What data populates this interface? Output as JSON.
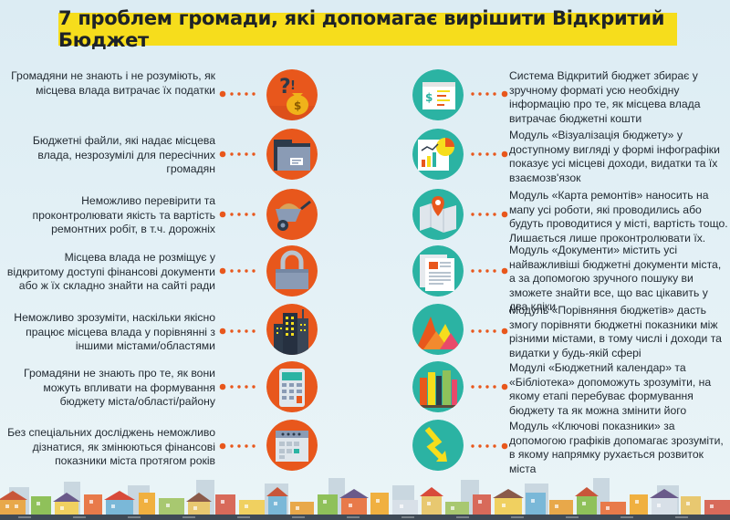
{
  "title": "7 проблем громади, які допомагає вирішити Відкритий Бюджет",
  "rows": [
    {
      "problem": "Громадяни не знають і не розуміють, як місцева влада витрачає їх податки",
      "solution": "Система Відкритий бюджет збирає у зручному форматі усю необхідну інформацію про те, як місцева влада витрачає бюджетні кошти",
      "left_icon": "money-bag-question-icon",
      "right_icon": "budget-document-icon"
    },
    {
      "problem": "Бюджетні файли, які надає місцева влада, незрозумілі для пересічних громадян",
      "solution": "Модуль «Візуалізація бюджету» у доступному вигляді у формі інфографіки показує усі місцеві доходи, видатки та їх взаємозв'язок",
      "left_icon": "file-folder-icon",
      "right_icon": "infographic-charts-icon"
    },
    {
      "problem": "Неможливо перевірити та проконтролювати якість та вартість ремонтних робіт, в т.ч. дорожніх",
      "solution": "Модуль «Карта ремонтів» наносить на мапу усі роботи, які проводились або будуть проводитися у місті, вартість тощо. Лишається лише проконтролювати їх.",
      "left_icon": "wheelbarrow-icon",
      "right_icon": "map-pin-icon"
    },
    {
      "problem": "Місцева влада не розміщує у відкритому доступі фінансові документи або ж їх складно знайти на сайті ради",
      "solution": "Модуль «Документи» містить усі найважливіші бюджетні документи міста, а за допомогою зручного пошуку ви зможете знайти все, що вас цікавить у два кліки",
      "left_icon": "padlock-icon",
      "right_icon": "documents-icon"
    },
    {
      "problem": "Неможливо зрозуміти, наскільки якісно працює місцева влада у порівнянні з іншими містами/областями",
      "solution": "Модуль «Порівняння бюджетів» дасть змогу порівняти бюджетні показники між різними містами, в тому числі і доходи та видатки у будь-якій сфері",
      "left_icon": "city-buildings-icon",
      "right_icon": "comparison-peaks-icon"
    },
    {
      "problem": "Громадяни не знають про те, як вони можуть впливати на формування бюджету міста/області/району",
      "solution": "Модулі «Бюджетний календар» та «Бібліотека» допоможуть зрозуміти, на якому етапі перебуває формування бюджету та як можна змінити його",
      "left_icon": "calculator-icon",
      "right_icon": "library-books-icon"
    },
    {
      "problem": "Без спеціальних досліджень неможливо дізнатися, як змінюються фінансові показники міста протягом років",
      "solution": "Модуль «Ключові показники» за допомогою графіків допомагає зрозуміти, в якому напрямку рухається розвиток міста",
      "left_icon": "calendar-icon",
      "right_icon": "trend-arrow-icon"
    }
  ],
  "colors": {
    "title_bg": "#f6dd1c",
    "background": "#e0eef4",
    "dots": "#e8571c",
    "left_circle": "#e8571c",
    "right_circle": "#2bb3a3",
    "ground": "#3f4a56"
  }
}
